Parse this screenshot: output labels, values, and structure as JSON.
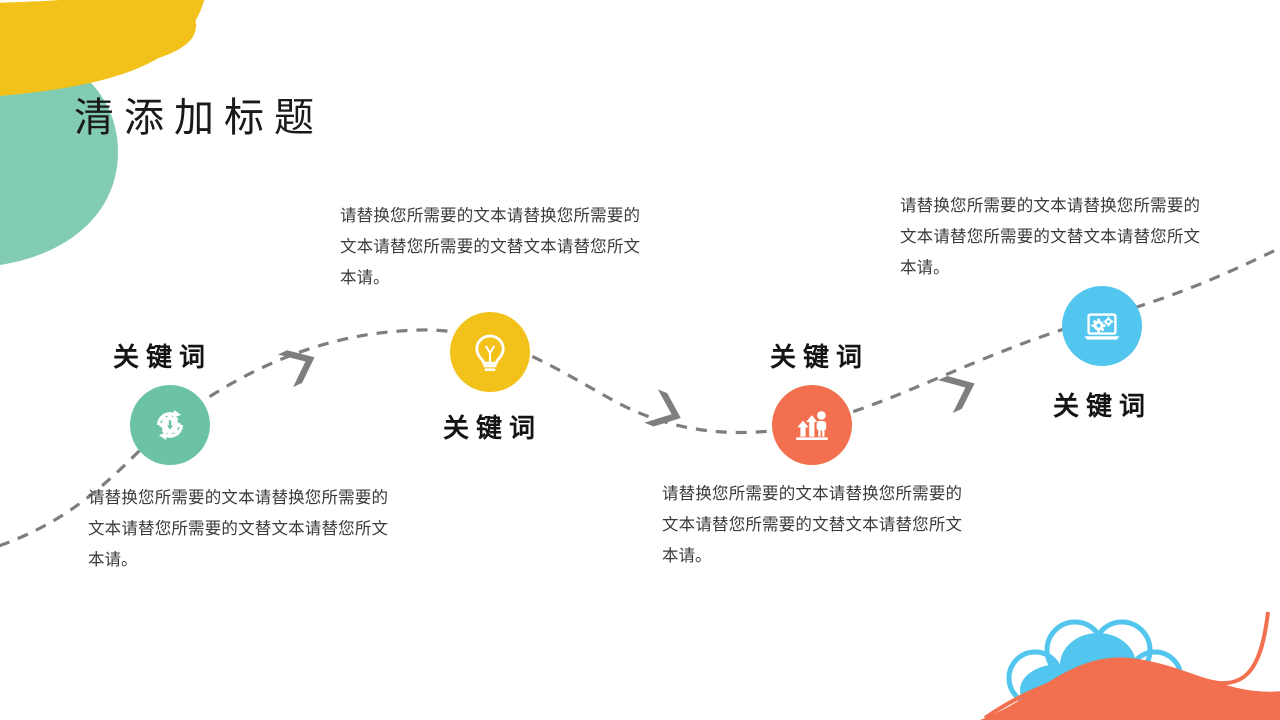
{
  "slide": {
    "title": "清添加标题",
    "background_color": "#ffffff",
    "palette": {
      "yellow": "#F2C21B",
      "green": "#6CC3A4",
      "coral": "#F2704F",
      "blue": "#52C6EE",
      "path_gray": "#7E7E7E",
      "text_dark": "#141414",
      "body_text": "#3a3a3a"
    }
  },
  "decorations": {
    "top_left_yellow_swoosh": "yellow-swoosh-shape",
    "top_left_yellow_line": "yellow-thin-curve",
    "top_left_green_blob": "green-quarter-circle",
    "bottom_right_coral_hill": "coral-wave-shape",
    "bottom_right_coral_line": "coral-thin-curve",
    "bottom_right_blue_cloud": "blue-cloud-flower"
  },
  "flow": {
    "path_style": "dashed-s-curve",
    "arrow_markers": 3,
    "steps": [
      {
        "index": 1,
        "keyword": "关键词",
        "icon": "gear-sync-icon",
        "color": "#6CC3A4",
        "description": "请替换您所需要的文本请替换您所需要的文本请替您所需要的文替文本请替您所文本请。",
        "description_position": "below"
      },
      {
        "index": 2,
        "keyword": "关键词",
        "icon": "lightbulb-icon",
        "color": "#F2C21B",
        "description": "请替换您所需要的文本请替换您所需要的文本请替您所需要的文替文本请替您所文本请。",
        "description_position": "above"
      },
      {
        "index": 3,
        "keyword": "关键词",
        "icon": "growth-people-icon",
        "color": "#F2704F",
        "description": "请替换您所需要的文本请替换您所需要的文本请替您所需要的文替文本请替您所文本请。",
        "description_position": "below"
      },
      {
        "index": 4,
        "keyword": "关键词",
        "icon": "laptop-gears-icon",
        "color": "#52C6EE",
        "description": "请替换您所需要的文本请替换您所需要的文本请替您所需要的文替文本请替您所文本请。",
        "description_position": "above"
      }
    ]
  }
}
